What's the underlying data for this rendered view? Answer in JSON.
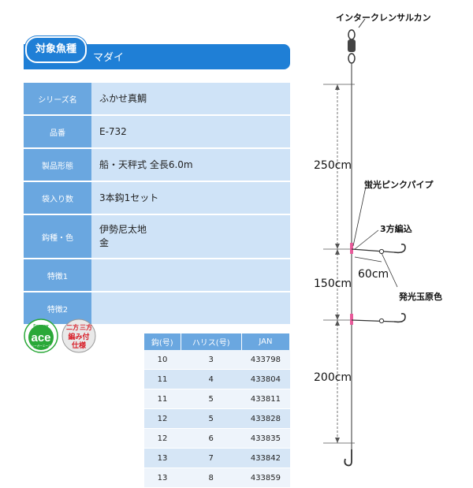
{
  "header": {
    "badge": "対象魚種",
    "value": "マダイ"
  },
  "spec": [
    {
      "label": "シリーズ名",
      "lines": [
        "ふかせ真鯛"
      ]
    },
    {
      "label": "品番",
      "lines": [
        "E-732"
      ]
    },
    {
      "label": "製品形態",
      "lines": [
        "船・天秤式 全長6.0m"
      ]
    },
    {
      "label": "袋入り数",
      "lines": [
        "3本鈎1セット"
      ]
    },
    {
      "label": "鈎種・色",
      "lines": [
        "伊勢尼太地",
        "金"
      ]
    },
    {
      "label": "特徴1",
      "lines": []
    },
    {
      "label": "特徴2",
      "lines": []
    }
  ],
  "logos": {
    "ace_main": "ace",
    "ace_top": "Seaguar",
    "ace_bottom": "シーガーエース",
    "nisan_lines": [
      "二方",
      "三方",
      "編み付",
      "仕様"
    ]
  },
  "product_table": {
    "headers": [
      "鈎(号)",
      "ハリス(号)",
      "JAN"
    ],
    "rows": [
      [
        "10",
        "3",
        "433798"
      ],
      [
        "11",
        "4",
        "433804"
      ],
      [
        "11",
        "5",
        "433811"
      ],
      [
        "12",
        "5",
        "433828"
      ],
      [
        "12",
        "6",
        "433835"
      ],
      [
        "13",
        "7",
        "433842"
      ],
      [
        "13",
        "8",
        "433859"
      ]
    ]
  },
  "diagram": {
    "swivel": "インタークレンサルカン",
    "len1": "250cm",
    "pipe": "蛍光ピンクパイプ",
    "knot": "3方編込",
    "branch": "60cm",
    "bead": "発光玉原色",
    "len2": "150cm",
    "len3": "200cm"
  },
  "colors": {
    "header_blue": "#1f7fd6",
    "label_blue": "#6aa7e0",
    "cell_light": "#cfe3f7",
    "ace_green": "#2aa838",
    "nisan_red": "#d8202a"
  }
}
